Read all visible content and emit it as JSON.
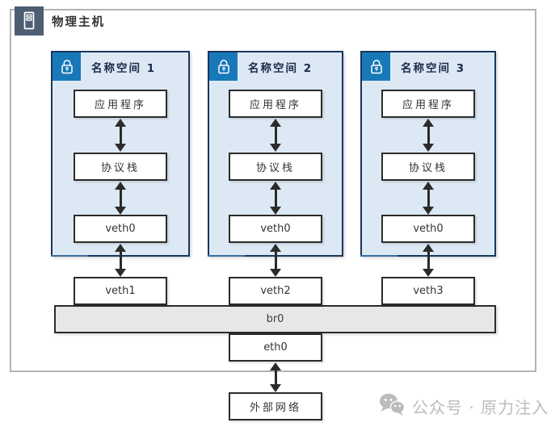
{
  "host": {
    "title": "物理主机"
  },
  "namespaces": [
    {
      "label": "名称空间 1",
      "app": "应用程序",
      "stack": "协议栈",
      "veth": "veth0"
    },
    {
      "label": "名称空间 2",
      "app": "应用程序",
      "stack": "协议栈",
      "veth": "veth0"
    },
    {
      "label": "名称空间 3",
      "app": "应用程序",
      "stack": "协议栈",
      "veth": "veth0"
    }
  ],
  "host_interfaces": [
    "veth1",
    "veth2",
    "veth3"
  ],
  "bridge": {
    "label": "br0"
  },
  "uplink": {
    "label": "eth0"
  },
  "external": {
    "label": "外部网络"
  },
  "watermark": {
    "label": "公众号 · 原力注入"
  },
  "icons": {
    "host": "server-icon",
    "namespace": "lock-icon",
    "watermark": "wechat-icon"
  },
  "colors": {
    "namespace_border": "#17375e",
    "namespace_fill": "#dce9f5",
    "namespace_icon_blue": "#1878b8",
    "host_icon_slate": "#4d5e73",
    "box_border": "#2b2b2b",
    "bridge_fill": "#e7e7e7",
    "container_border": "#b3b3b3",
    "watermark_gray": "#bcbcbc"
  }
}
